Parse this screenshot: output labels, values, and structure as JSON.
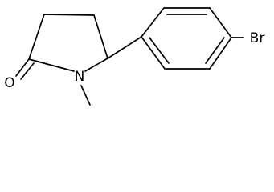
{
  "molecule": {
    "atoms": {
      "oxygen": "O",
      "nitrogen": "N",
      "bromine": "Br"
    }
  },
  "colors": {
    "bond": "#000000",
    "label": "#000000",
    "background": "#ffffff"
  }
}
